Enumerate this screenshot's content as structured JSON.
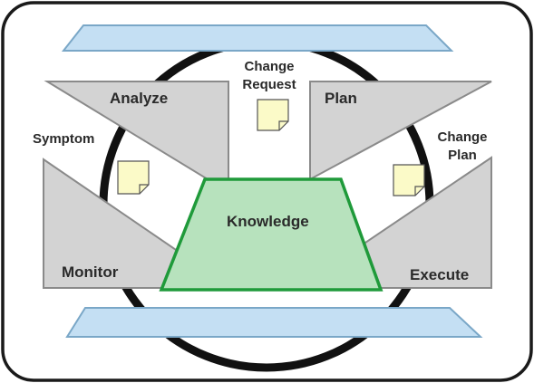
{
  "labels": {
    "analyze": "Analyze",
    "plan": "Plan",
    "monitor": "Monitor",
    "execute": "Execute",
    "knowledge": "Knowledge",
    "symptom": "Symptom",
    "change_request": "Change\nRequest",
    "change_plan": "Change\nPlan"
  },
  "colors": {
    "frame_border": "#1a1a1a",
    "triangle_fill": "#d3d3d3",
    "triangle_stroke": "#8a8a8a",
    "knowledge_fill": "#b7e2bd",
    "knowledge_stroke": "#1f9a3a",
    "bar_fill": "#c4dff3",
    "bar_stroke": "#7aa7c7",
    "note_fill": "#fbfac8",
    "loop": "#111111"
  },
  "icons": {
    "note": "sticky-note-icon"
  }
}
